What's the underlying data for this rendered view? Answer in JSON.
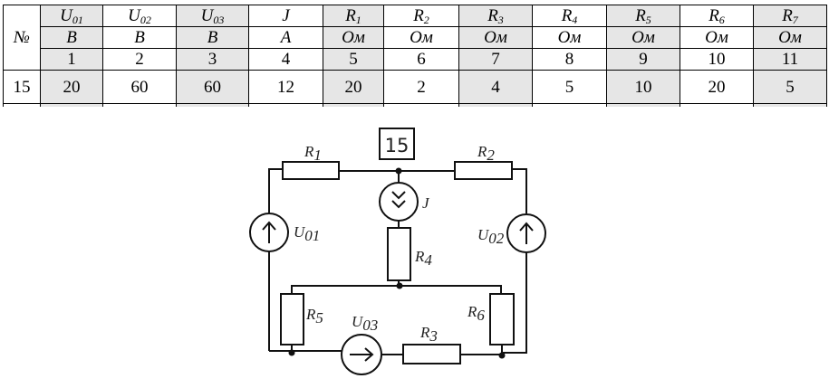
{
  "table": {
    "number_header": "№",
    "columns": [
      {
        "name": "U",
        "sub": "01",
        "unit": "В",
        "index": "1",
        "value": "20",
        "shaded": true
      },
      {
        "name": "U",
        "sub": "02",
        "unit": "В",
        "index": "2",
        "value": "60",
        "shaded": false
      },
      {
        "name": "U",
        "sub": "03",
        "unit": "В",
        "index": "3",
        "value": "60",
        "shaded": true
      },
      {
        "name": "J",
        "sub": "",
        "unit": "А",
        "index": "4",
        "value": "12",
        "shaded": false
      },
      {
        "name": "R",
        "sub": "1",
        "unit": "Ом",
        "index": "5",
        "value": "20",
        "shaded": true
      },
      {
        "name": "R",
        "sub": "2",
        "unit": "Ом",
        "index": "6",
        "value": "2",
        "shaded": false
      },
      {
        "name": "R",
        "sub": "3",
        "unit": "Ом",
        "index": "7",
        "value": "4",
        "shaded": true
      },
      {
        "name": "R",
        "sub": "4",
        "unit": "Ом",
        "index": "8",
        "value": "5",
        "shaded": false
      },
      {
        "name": "R",
        "sub": "5",
        "unit": "Ом",
        "index": "9",
        "value": "10",
        "shaded": true
      },
      {
        "name": "R",
        "sub": "6",
        "unit": "Ом",
        "index": "10",
        "value": "20",
        "shaded": false
      },
      {
        "name": "R",
        "sub": "7",
        "unit": "Ом",
        "index": "11",
        "value": "5",
        "shaded": true
      }
    ],
    "row_number": "15"
  },
  "circuit": {
    "variant_label": "15",
    "labels": {
      "R1": {
        "main": "R",
        "sub": "1"
      },
      "R2": {
        "main": "R",
        "sub": "2"
      },
      "R3": {
        "main": "R",
        "sub": "3"
      },
      "R4": {
        "main": "R",
        "sub": "4"
      },
      "R5": {
        "main": "R",
        "sub": "5"
      },
      "R6": {
        "main": "R",
        "sub": "6"
      },
      "J": {
        "main": "J",
        "sub": ""
      },
      "U01": {
        "main": "U",
        "sub": "01"
      },
      "U02": {
        "main": "U",
        "sub": "02"
      },
      "U03": {
        "main": "U",
        "sub": "03"
      }
    }
  }
}
